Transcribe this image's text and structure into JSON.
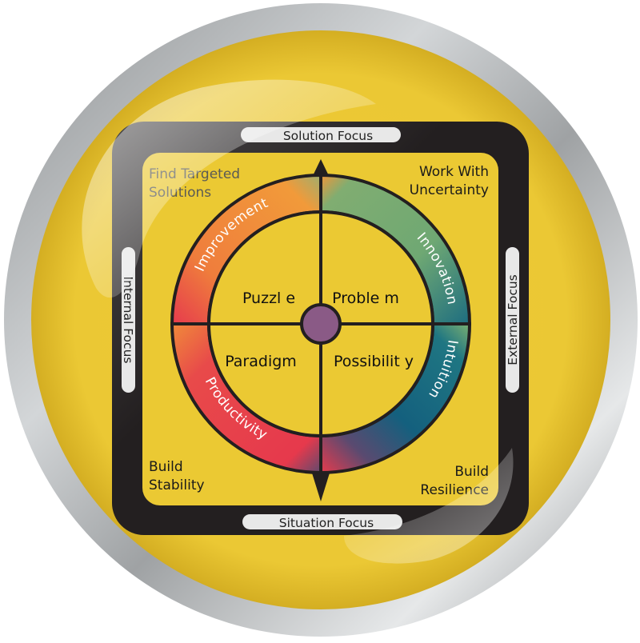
{
  "diagram": {
    "axes": {
      "top": "Solution Focus",
      "bottom": "Situation Focus",
      "left": "Internal Focus",
      "right": "External Focus"
    },
    "corners": {
      "top_left": [
        "Find Targeted",
        "Solutions"
      ],
      "top_right": [
        "Work With",
        "Uncertainty"
      ],
      "bottom_left": [
        "Build",
        "Stability"
      ],
      "bottom_right": [
        "Build",
        "Resilience"
      ]
    },
    "quadrants": {
      "top_left": "Puzzl e",
      "top_right": "Proble m",
      "bottom_left": "Paradigm",
      "bottom_right": "Possibilit y"
    },
    "ring_segments": {
      "top_left": "Improvement",
      "top_right": "Innovation",
      "right_lower": "Intuition",
      "bottom_left": "Productivity"
    },
    "colors": {
      "badge_yellow": "#eac932",
      "frame_black": "#231f20",
      "silver_ring": "#b3b6b8",
      "center_dot": "#8a5a86",
      "improvement_orange": "#f0963a",
      "productivity_red": "#e63b4d",
      "innovation_green": "#79ac70",
      "intuition_blue": "#14607e",
      "pill_white": "#e8e8e8"
    }
  }
}
